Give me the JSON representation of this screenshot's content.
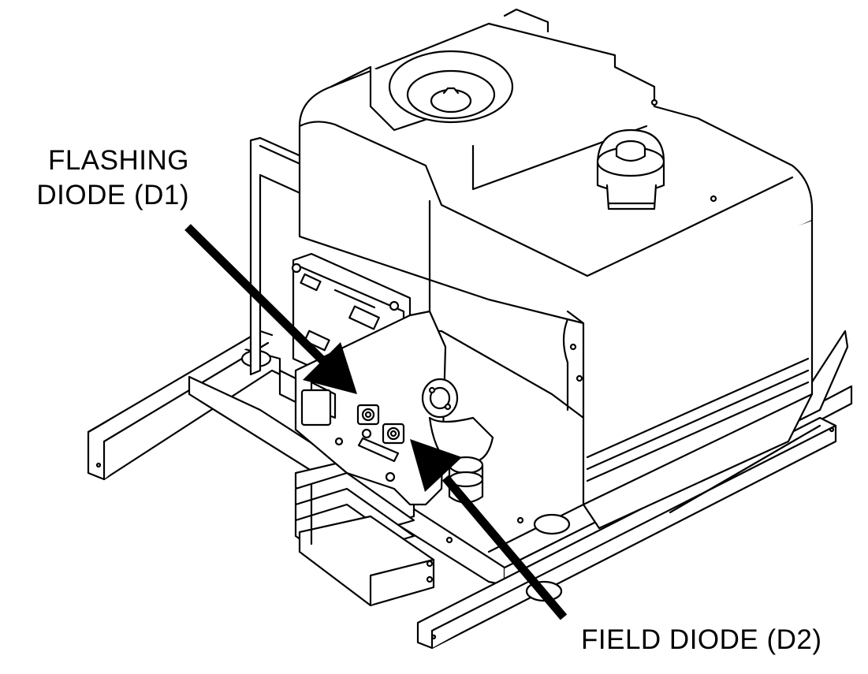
{
  "callouts": {
    "flashing_diode": {
      "line1": "FLASHING",
      "line2": "DIODE (D1)"
    },
    "field_diode": {
      "label": "FIELD DIODE (D2)"
    }
  },
  "colors": {
    "ink": "#000000",
    "paper": "#ffffff"
  }
}
